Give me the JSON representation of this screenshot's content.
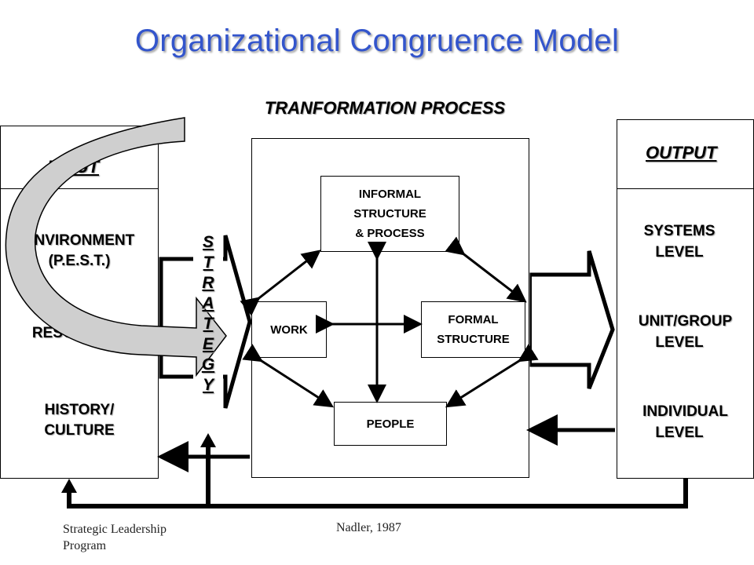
{
  "title": "Organizational Congruence Model",
  "process_title": "TRANFORMATION PROCESS",
  "input": {
    "header": "INPUT",
    "items": [
      "ENVIRONMENT",
      "(P.E.S.T.)",
      "RESOURCES",
      "HISTORY/",
      "CULTURE"
    ]
  },
  "strategy_letters": [
    "S",
    "T",
    "R",
    "A",
    "T",
    "E",
    "G",
    "Y"
  ],
  "process": {
    "informal": [
      "INFORMAL",
      "STRUCTURE",
      "& PROCESS"
    ],
    "work": "WORK",
    "formal": [
      "FORMAL",
      "STRUCTURE"
    ],
    "people": "PEOPLE"
  },
  "output": {
    "header": "OUTPUT",
    "systems": [
      "SYSTEMS",
      "LEVEL"
    ],
    "unit": [
      "UNIT/GROUP",
      "LEVEL"
    ],
    "individual": [
      "INDIVIDUAL",
      "LEVEL"
    ]
  },
  "footer": {
    "left": "Strategic Leadership Program",
    "center": "Nadler, 1987"
  },
  "colors": {
    "title": "#3355cc",
    "curved_arrow": "#cfcfcf"
  }
}
